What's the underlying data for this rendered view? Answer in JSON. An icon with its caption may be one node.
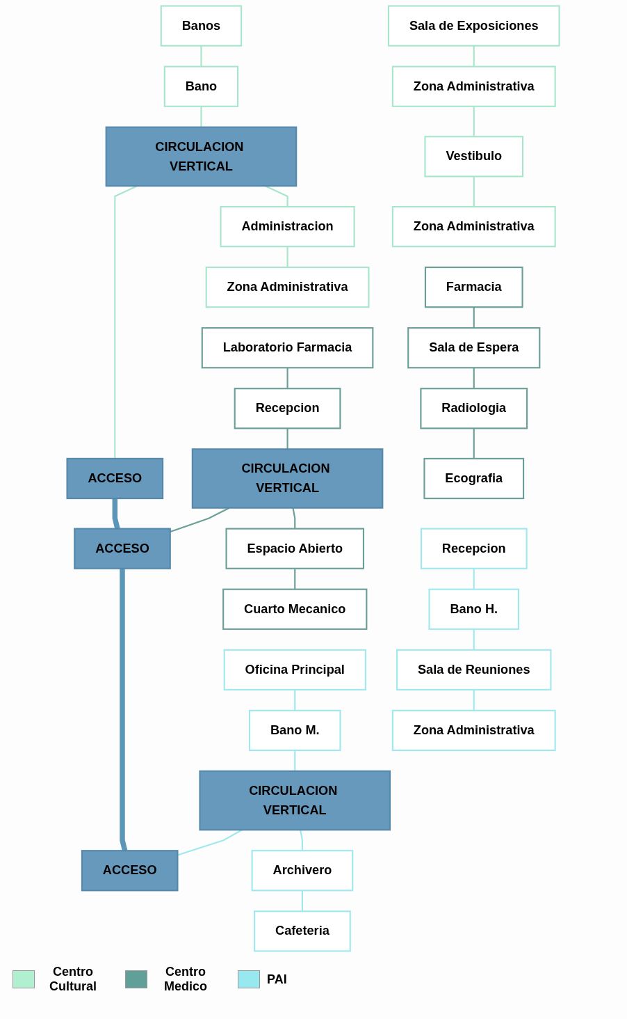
{
  "diagram": {
    "nodes": [
      {
        "text": [
          "Banos"
        ]
      },
      {
        "text": [
          "Sala de Exposiciones"
        ]
      },
      {
        "text": [
          "Bano"
        ]
      },
      {
        "text": [
          "Zona Administrativa"
        ]
      },
      {
        "text": [
          "CIRCULACION VERTICAL"
        ]
      },
      {
        "text": [
          "ACCESO"
        ]
      },
      {
        "text": [
          "Administracion"
        ]
      },
      {
        "text": [
          "Vestibulo"
        ]
      },
      {
        "text": [
          "Zona Administrativa"
        ]
      },
      {
        "text": [
          "Zona Administrativa"
        ]
      },
      {
        "text": [
          "Laboratorio Farmacia"
        ]
      },
      {
        "text": [
          "Farmacia"
        ]
      },
      {
        "text": [
          "Recepcion"
        ]
      },
      {
        "text": [
          "Sala de Espera"
        ]
      },
      {
        "text": [
          "CIRCULACION VERTICAL"
        ]
      },
      {
        "text": [
          "ACCESO"
        ]
      },
      {
        "text": [
          "Espacio Abierto"
        ]
      },
      {
        "text": [
          "Radiologia"
        ]
      },
      {
        "text": [
          "Cuarto Mecanico"
        ]
      },
      {
        "text": [
          "Ecografia"
        ]
      },
      {
        "text": [
          "Oficina Principal"
        ]
      },
      {
        "text": [
          "Recepcion"
        ]
      },
      {
        "text": [
          "Bano M."
        ]
      },
      {
        "text": [
          "Bano H."
        ]
      },
      {
        "text": [
          "CIRCULACION VERTICAL"
        ]
      },
      {
        "text": [
          "ACCESO"
        ]
      },
      {
        "text": [
          "Archivero"
        ]
      },
      {
        "text": [
          "Sala de Reuniones"
        ]
      },
      {
        "text": [
          "Cafeteria"
        ]
      },
      {
        "text": [
          "Zona Administrativa"
        ]
      }
    ],
    "edges": [
      {
        "from": 0,
        "to": 2,
        "arrow": "none",
        "color": "#a8e6cc"
      },
      {
        "from": 1,
        "to": 3,
        "arrow": "none",
        "color": "#a8e6cc"
      },
      {
        "from": 2,
        "to": 4,
        "arrow": "none",
        "color": "#a8e6cc"
      },
      {
        "from": 4,
        "to": 5,
        "arrow": "none",
        "color": "#a8e6cc"
      },
      {
        "from": 3,
        "to": 7,
        "arrow": "none",
        "color": "#a8e6cc"
      },
      {
        "from": 4,
        "to": 6,
        "arrow": "none",
        "color": "#a8e6cc"
      },
      {
        "from": 6,
        "to": 8,
        "arrow": "none",
        "color": "#a8e6cc"
      },
      {
        "from": 7,
        "to": 9,
        "arrow": "none",
        "color": "#a8e6cc"
      },
      {
        "from": 10,
        "to": 12,
        "arrow": "none",
        "color": "#6a9e96"
      },
      {
        "from": 11,
        "to": 13,
        "arrow": "none",
        "color": "#6a9e96"
      },
      {
        "from": 12,
        "to": 14,
        "arrow": "none",
        "color": "#6a9e96"
      },
      {
        "from": 14,
        "to": 15,
        "arrow": "none",
        "color": "#6a9e96"
      },
      {
        "from": 13,
        "to": 17,
        "arrow": "none",
        "color": "#6a9e96"
      },
      {
        "from": 14,
        "to": 16,
        "arrow": "none",
        "color": "#6a9e96"
      },
      {
        "from": 16,
        "to": 18,
        "arrow": "none",
        "color": "#6a9e96"
      },
      {
        "from": 17,
        "to": 19,
        "arrow": "none",
        "color": "#6a9e96"
      },
      {
        "from": 20,
        "to": 22,
        "arrow": "none",
        "color": "#a0e8ee"
      },
      {
        "from": 21,
        "to": 23,
        "arrow": "none",
        "color": "#a0e8ee"
      },
      {
        "from": 22,
        "to": 24,
        "arrow": "none",
        "color": "#a0e8ee"
      },
      {
        "from": 24,
        "to": 25,
        "arrow": "none",
        "color": "#a0e8ee"
      },
      {
        "from": 23,
        "to": 27,
        "arrow": "none",
        "color": "#a0e8ee"
      },
      {
        "from": 24,
        "to": 26,
        "arrow": "none",
        "color": "#a0e8ee"
      },
      {
        "from": 26,
        "to": 28,
        "arrow": "none",
        "color": "#a0e8ee"
      },
      {
        "from": 27,
        "to": 29,
        "arrow": "none",
        "color": "#a0e8ee"
      },
      {
        "from": 5,
        "to": 15,
        "arrow": "none",
        "style": "thick",
        "color": "#5b95b8"
      },
      {
        "from": 15,
        "to": 25,
        "arrow": "none",
        "style": "thick",
        "color": "#5b95b8"
      }
    ],
    "legend": [
      {
        "text": "Centro Cultural",
        "color": "#b0f0d0"
      },
      {
        "text": "Centro Medico",
        "color": "#60a098"
      },
      {
        "text": "PAI",
        "color": "#98e8f0"
      }
    ]
  }
}
